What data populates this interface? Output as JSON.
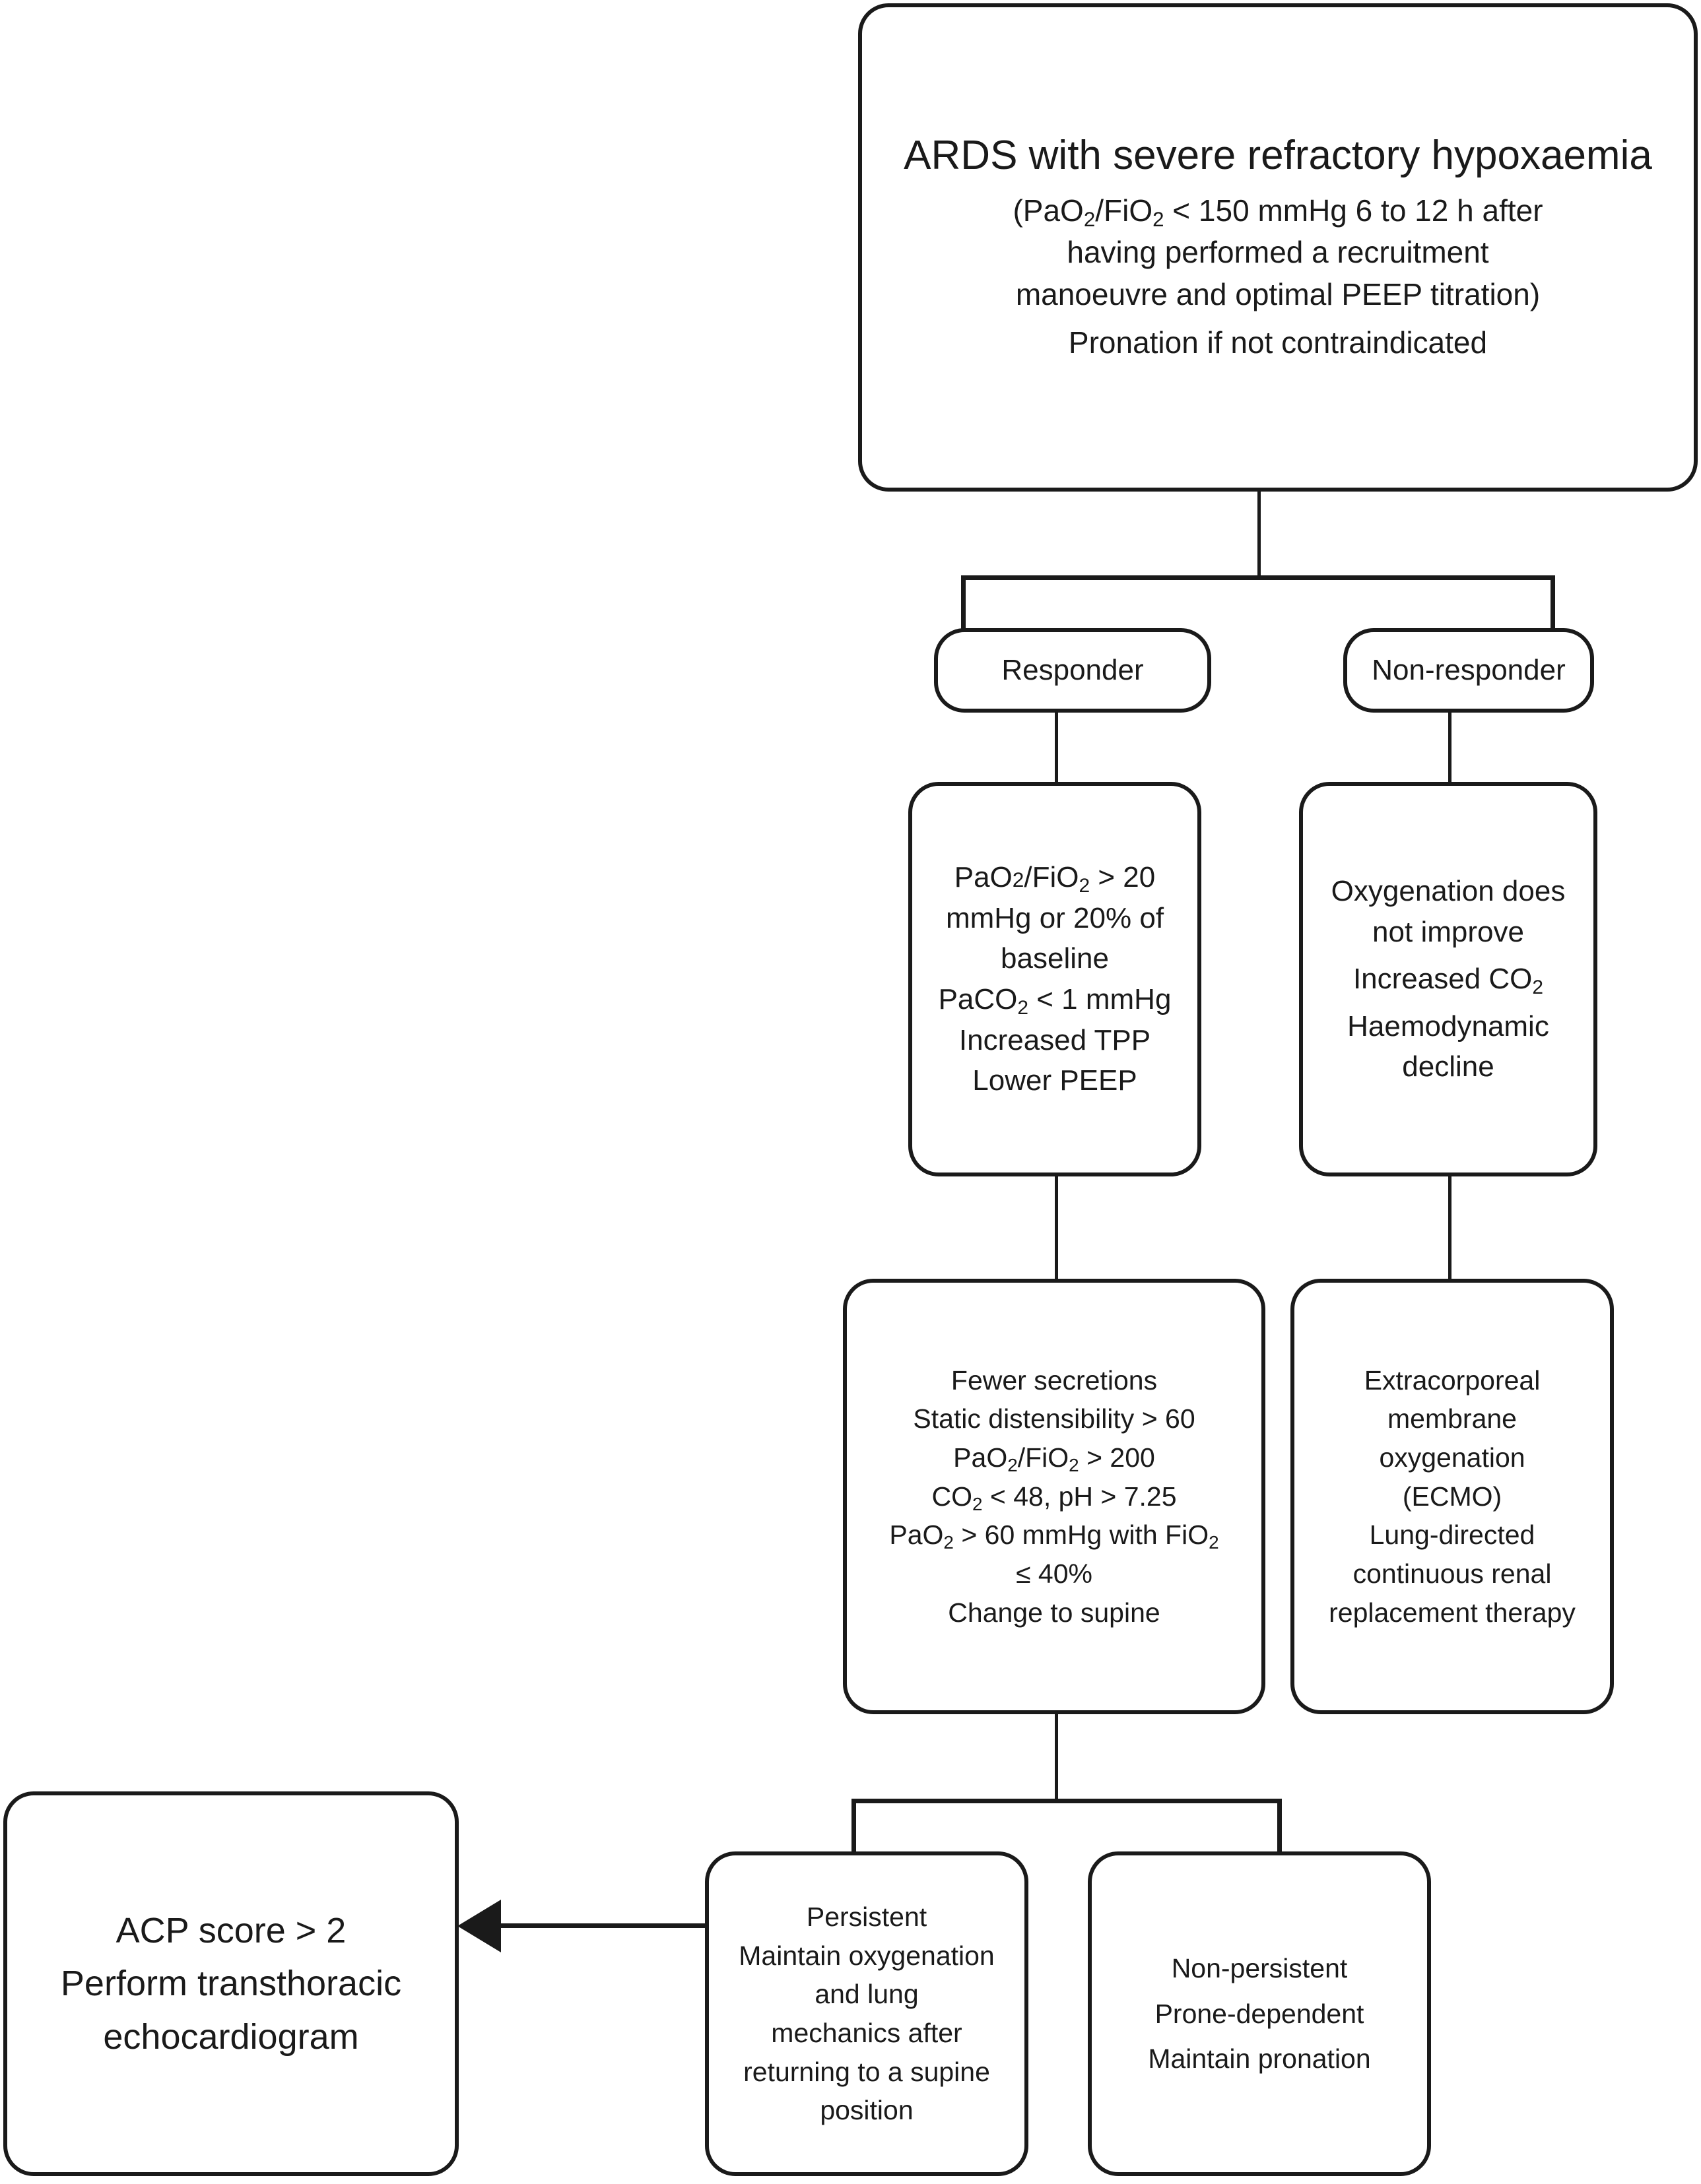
{
  "diagram": {
    "type": "flowchart",
    "title": "ARDS severe refractory hypoxaemia prone positioning algorithm",
    "nodes": {
      "root": {
        "heading": "ARDS with severe refractory hypoxaemia",
        "criteria_line1_a": "(PaO",
        "criteria_line1_sub1": "2",
        "criteria_line1_b": "/FiO",
        "criteria_line1_sub2": "2",
        "criteria_line1_c": " < 150 mmHg 6 to 12 h after",
        "criteria_line2": "having performed a recruitment",
        "criteria_line3": "manoeuvre and optimal PEEP titration)",
        "action": "Pronation if not contraindicated"
      },
      "responder": {
        "label": "Responder"
      },
      "non_responder": {
        "label": "Non-responder"
      },
      "responder_criteria": {
        "l1_a": "PaO",
        "l1_sub_inline": "2",
        "l1_b": "/FiO",
        "l1_sub2": "2",
        "l1_c": " > 20",
        "l2": "mmHg or 20% of",
        "l3": "baseline",
        "l4_a": "PaCO",
        "l4_sub": "2",
        "l4_b": " < 1 mmHg",
        "l5": "Increased TPP",
        "l6": "Lower PEEP"
      },
      "non_responder_criteria": {
        "l1": "Oxygenation does",
        "l2": "not improve",
        "l3_a": "Increased CO",
        "l3_sub": "2",
        "l4": "Haemodynamic",
        "l5": "decline"
      },
      "supine_criteria": {
        "l1": "Fewer secretions",
        "l2": "Static distensibility > 60",
        "l3_a": "PaO",
        "l3_sub1": "2",
        "l3_b": "/FiO",
        "l3_sub2": "2",
        "l3_c": " > 200",
        "l4_a": "CO",
        "l4_sub": "2",
        "l4_b": " < 48, pH > 7.25",
        "l5_a": "PaO",
        "l5_sub1": "2",
        "l5_b": " > 60 mmHg with FiO",
        "l5_sub2": "2",
        "l6": "≤ 40%",
        "l7": "Change to supine"
      },
      "ecmo": {
        "l1": "Extracorporeal",
        "l2": "membrane",
        "l3": "oxygenation",
        "l4": "(ECMO)",
        "l5": "Lung-directed",
        "l6": "continuous renal",
        "l7": "replacement therapy"
      },
      "persistent": {
        "l1": "Persistent",
        "l2": "Maintain oxygenation",
        "l3": "and lung",
        "l4": "mechanics after",
        "l5": "returning to a supine",
        "l6": "position"
      },
      "non_persistent": {
        "l1": "Non-persistent",
        "l2": "Prone-dependent",
        "l3": "Maintain pronation"
      },
      "acp": {
        "l1": "ACP score > 2",
        "l2": "Perform transthoracic",
        "l3": "echocardiogram"
      }
    },
    "colors": {
      "stroke": "#1a1a1a",
      "fill": "#ffffff"
    }
  }
}
